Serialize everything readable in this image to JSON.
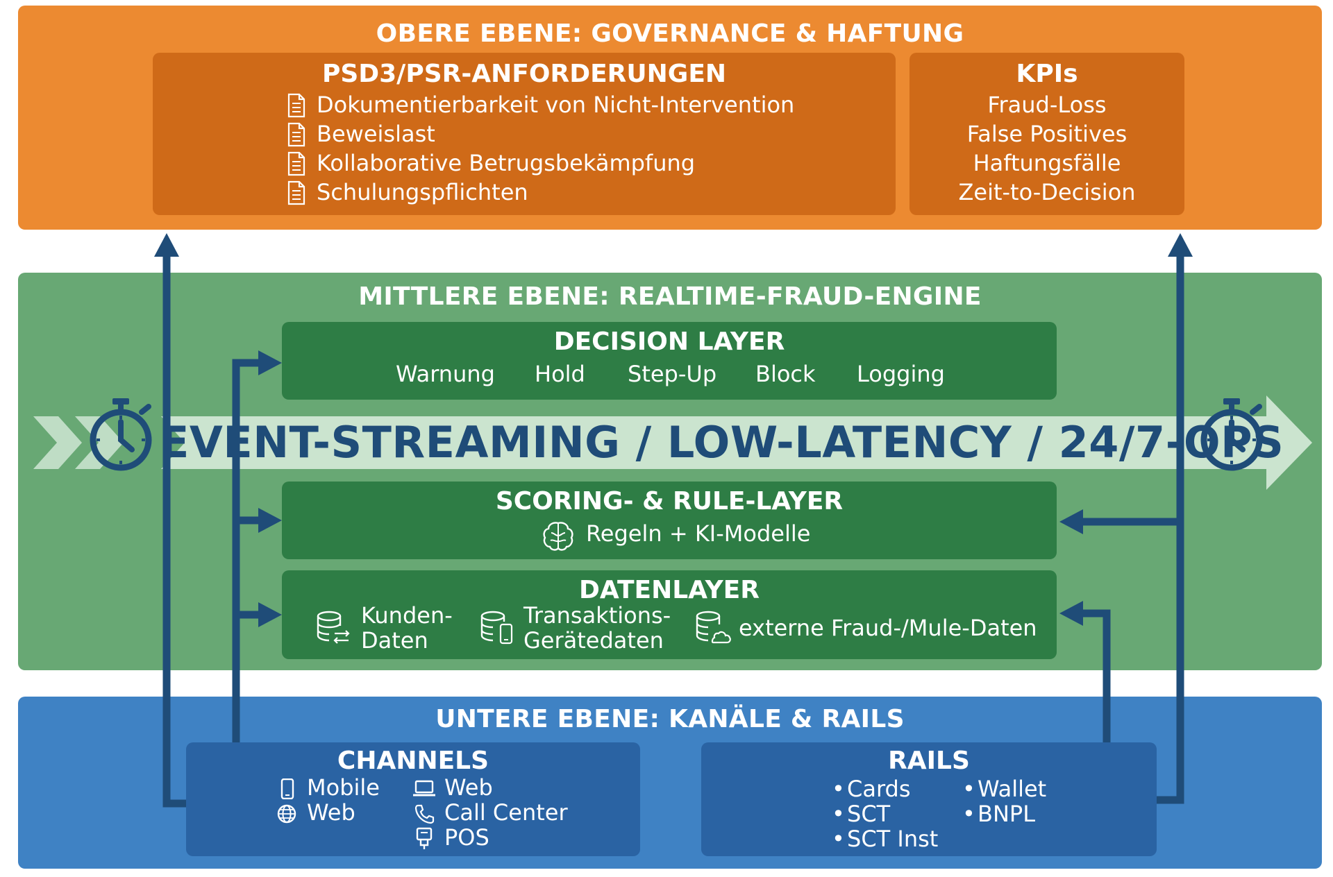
{
  "top": {
    "title": "OBERE EBENE: GOVERNANCE & HAFTUNG",
    "psd3": {
      "title": "PSD3/PSR-ANFORDERUNGEN",
      "items": [
        "Dokumentierbarkeit von Nicht-Intervention",
        "Beweislast",
        "Kollaborative Betrugsbekämpfung",
        "Schulungspflichten"
      ],
      "item_icon": "document-icon"
    },
    "kpis": {
      "title": "KPIs",
      "items": [
        "Fraud-Loss",
        "False Positives",
        "Haftungsfälle",
        "Zeit-to-Decision"
      ]
    }
  },
  "middle": {
    "title": "MITTLERE EBENE: REALTIME-FRAUD-ENGINE",
    "decision": {
      "title": "DECISION LAYER",
      "items": [
        "Warnung",
        "Hold",
        "Step-Up",
        "Block",
        "Logging"
      ]
    },
    "stream": {
      "text": "EVENT-STREAMING / LOW-LATENCY / 24/7-OPS",
      "icon": "stopwatch-icon"
    },
    "scoring": {
      "title": "SCORING- & RULE-LAYER",
      "text": "Regeln + KI-Modelle",
      "icon": "brain-icon"
    },
    "data": {
      "title": "DATENLAYER",
      "items": [
        {
          "line1": "Kunden-",
          "line2": "Daten",
          "icon": "database-exchange-icon"
        },
        {
          "line1": "Transaktions-",
          "line2": "Gerätedaten",
          "icon": "database-device-icon"
        },
        {
          "line1": "externe Fraud-/Mule-Daten",
          "line2": "",
          "icon": "database-cloud-icon"
        }
      ]
    }
  },
  "bottom": {
    "title": "UNTERE EBENE: KANÄLE & RAILS",
    "channels": {
      "title": "CHANNELS",
      "items": [
        {
          "label": "Mobile",
          "icon": "mobile-icon"
        },
        {
          "label": "Web",
          "icon": "laptop-icon"
        },
        {
          "label": "Web",
          "icon": "globe-icon"
        },
        {
          "label": "Call Center",
          "icon": "phone-icon"
        },
        {
          "label": "POS",
          "icon": "pos-terminal-icon"
        }
      ]
    },
    "rails": {
      "title": "RAILS",
      "bullet": "•",
      "col1": [
        "Cards",
        "SCT",
        "SCT Inst"
      ],
      "col2": [
        "Wallet",
        "BNPL"
      ]
    }
  },
  "colors": {
    "orange": "#ec8a31",
    "orange_dark": "#cf6a18",
    "green": "#68a874",
    "green_dark": "#2e7d45",
    "blue": "#3f82c4",
    "blue_dark": "#2a63a3",
    "navy": "#1f4c78"
  }
}
